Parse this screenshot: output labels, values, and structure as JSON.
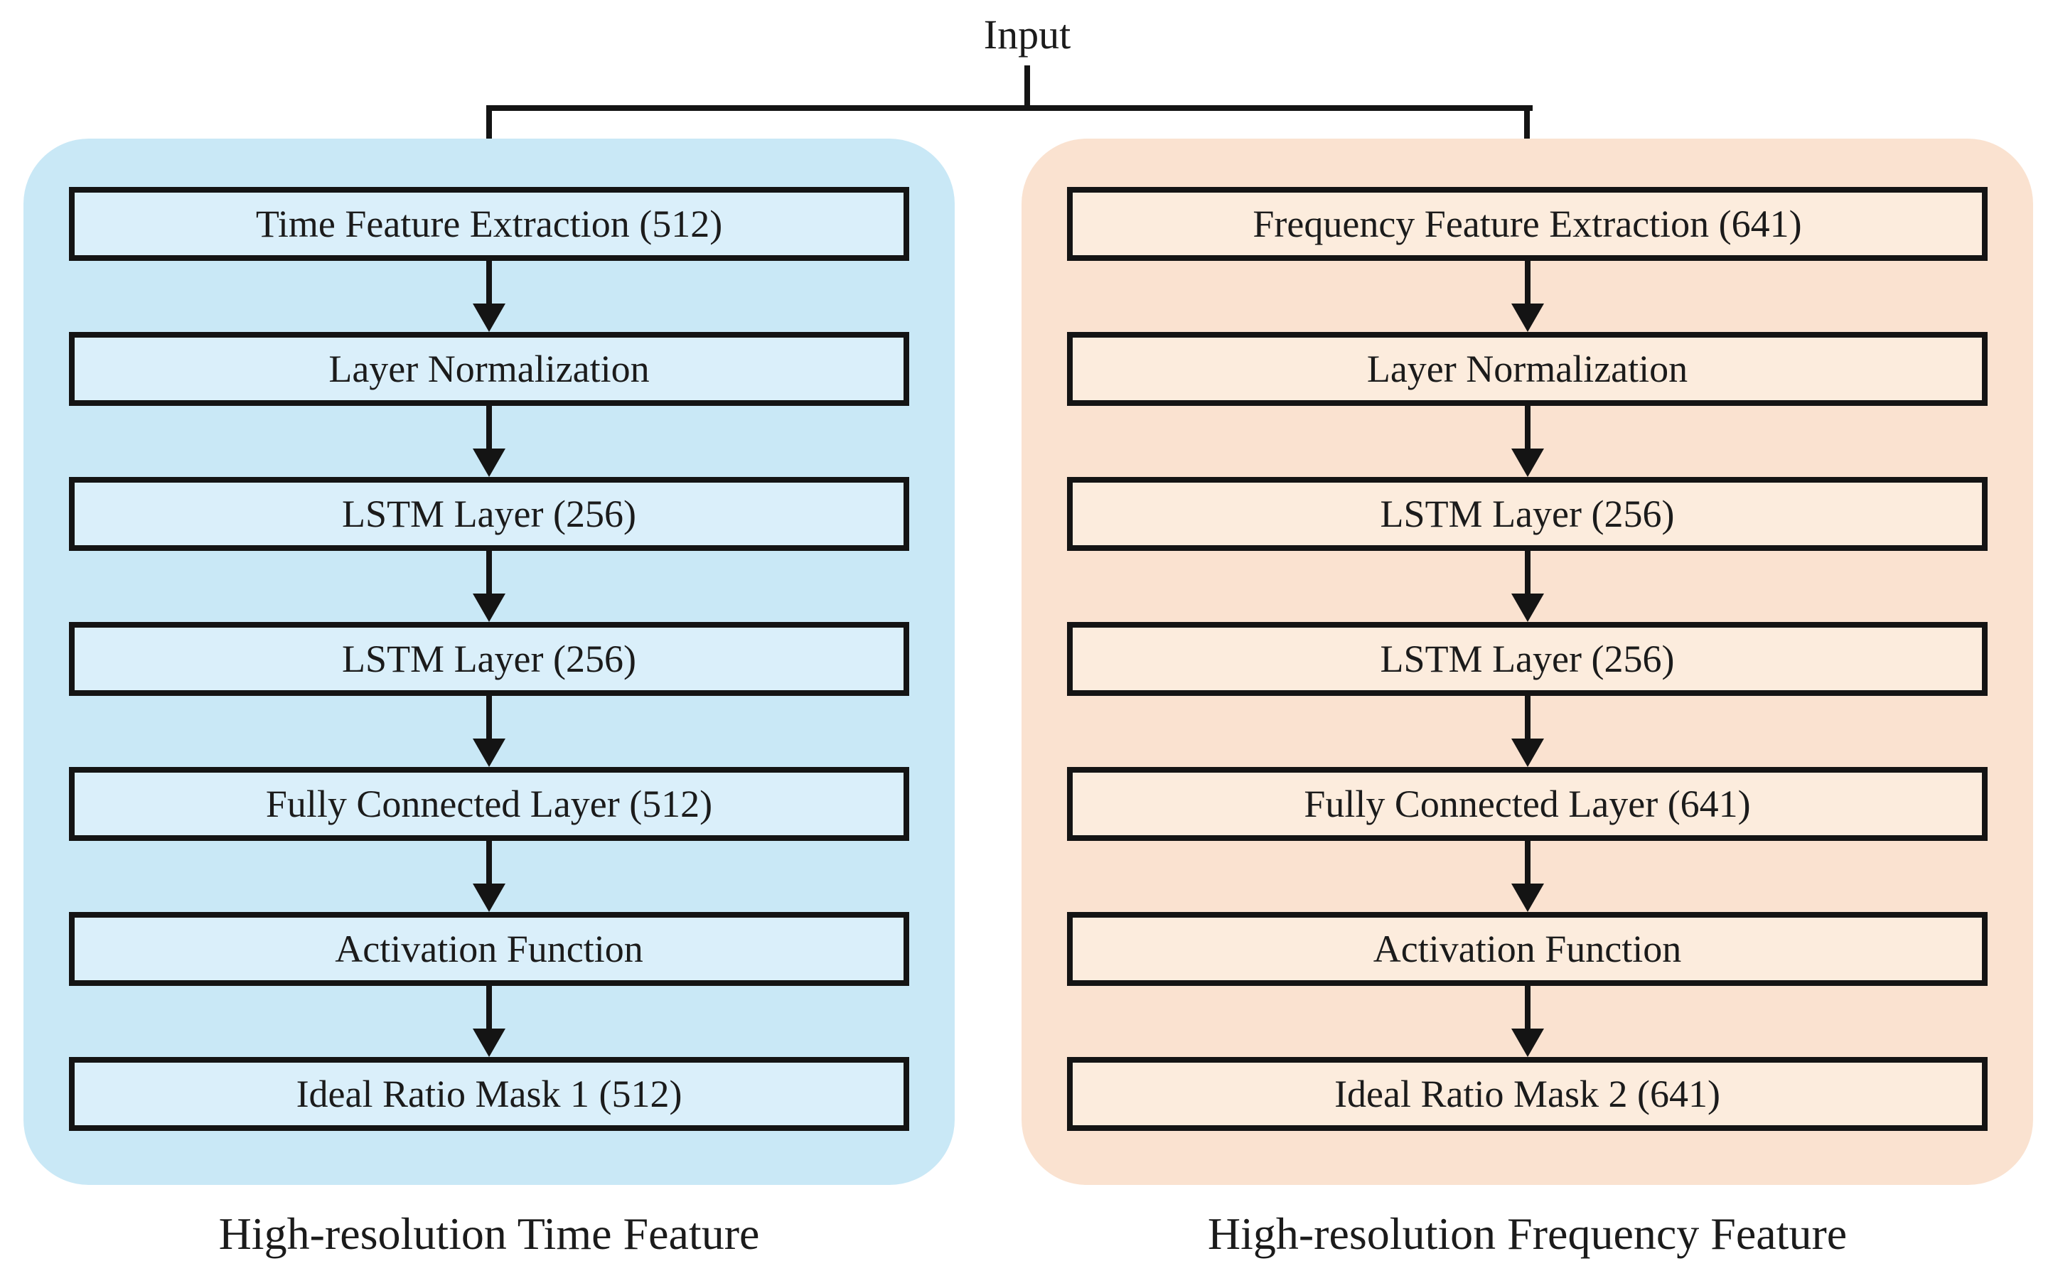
{
  "input": {
    "label": "Input"
  },
  "branches": [
    {
      "id": "time",
      "caption": "High-resolution Time Feature",
      "panel_color": "#c9e8f6",
      "box_color": "#daeffa",
      "boxes": [
        {
          "label": "Time Feature Extraction (512)"
        },
        {
          "label": "Layer Normalization"
        },
        {
          "label": "LSTM Layer (256)"
        },
        {
          "label": "LSTM Layer (256)"
        },
        {
          "label": "Fully Connected Layer (512)"
        },
        {
          "label": "Activation Function"
        },
        {
          "label": "Ideal Ratio Mask 1 (512)"
        }
      ]
    },
    {
      "id": "frequency",
      "caption": "High-resolution Frequency Feature",
      "panel_color": "#fae2d0",
      "box_color": "#fcecdd",
      "boxes": [
        {
          "label": "Frequency Feature Extraction (641)"
        },
        {
          "label": "Layer Normalization"
        },
        {
          "label": "LSTM Layer (256)"
        },
        {
          "label": "LSTM Layer (256)"
        },
        {
          "label": "Fully Connected Layer (641)"
        },
        {
          "label": "Activation Function"
        },
        {
          "label": "Ideal Ratio Mask 2 (641)"
        }
      ]
    }
  ],
  "colors": {
    "line": "#141414",
    "text": "#1b1b1b",
    "background": "#ffffff"
  }
}
